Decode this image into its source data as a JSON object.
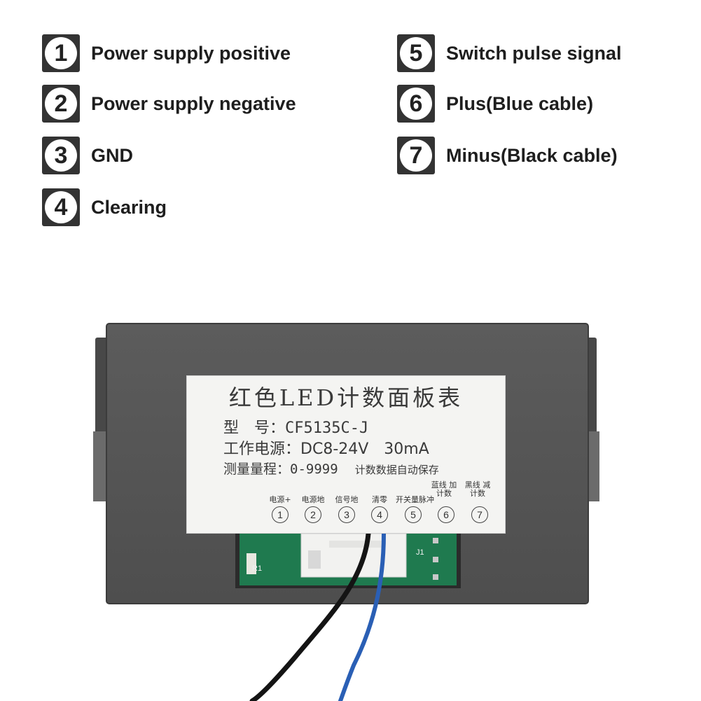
{
  "legend": [
    {
      "number": "1",
      "label": "Power supply positive"
    },
    {
      "number": "2",
      "label": "Power supply negative"
    },
    {
      "number": "3",
      "label": "GND"
    },
    {
      "number": "4",
      "label": "Clearing"
    },
    {
      "number": "5",
      "label": "Switch pulse signal"
    },
    {
      "number": "6",
      "label": "Plus(Blue cable)"
    },
    {
      "number": "7",
      "label": "Minus(Black cable)"
    }
  ],
  "device_label": {
    "title": "红色LED计数面板表",
    "model_key": "型　号：",
    "model_value": "CF5135C-J",
    "power_key": "工作电源：",
    "power_value": "DC8-24V　30mA",
    "range_key": "测量量程：",
    "range_value": "0-9999",
    "range_note": "计数数据自动保存",
    "pins": [
      {
        "number": "1",
        "name": "电源+"
      },
      {
        "number": "2",
        "name": "电源地"
      },
      {
        "number": "3",
        "name": "信号地"
      },
      {
        "number": "4",
        "name": "清零"
      },
      {
        "number": "5",
        "name": "开关量脉冲"
      },
      {
        "number": "6",
        "name": "蓝线 加计数"
      },
      {
        "number": "7",
        "name": "黑线 减计数"
      }
    ]
  },
  "board_labels": {
    "r1": "R1",
    "j1": "J1"
  },
  "colors": {
    "panel": "#5a5a5a",
    "pcb": "#1f7a4f",
    "blue_wire": "#2a5fb5",
    "black_wire": "#141414"
  }
}
